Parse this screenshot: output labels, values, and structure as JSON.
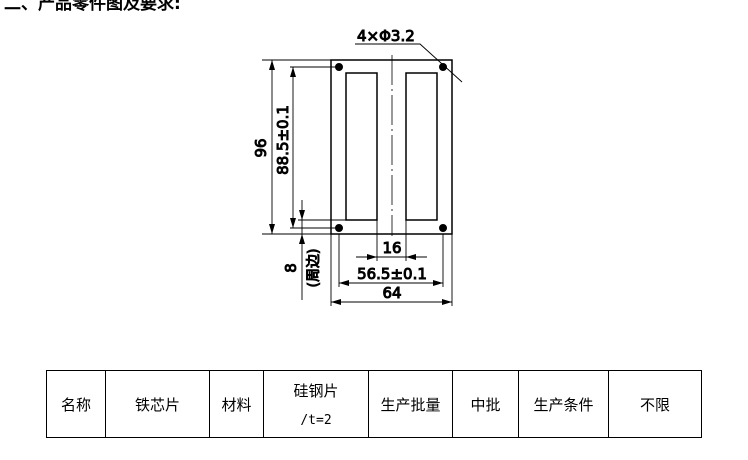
{
  "heading": "二、产品零件图及要求:",
  "drawing": {
    "hole_label": "4×Φ3.2",
    "dim_height": "96",
    "dim_hole_height": "88.5±0.1",
    "dim_edge": "8",
    "dim_edge_note": "(周边)",
    "dim_gap": "16",
    "dim_hole_width": "56.5±0.1",
    "dim_width": "64"
  },
  "table": {
    "cells": [
      "名称",
      "铁芯片",
      "材料",
      "硅钢片",
      "/t=2",
      "生产批量",
      "中批",
      "生产条件",
      "不限"
    ]
  }
}
